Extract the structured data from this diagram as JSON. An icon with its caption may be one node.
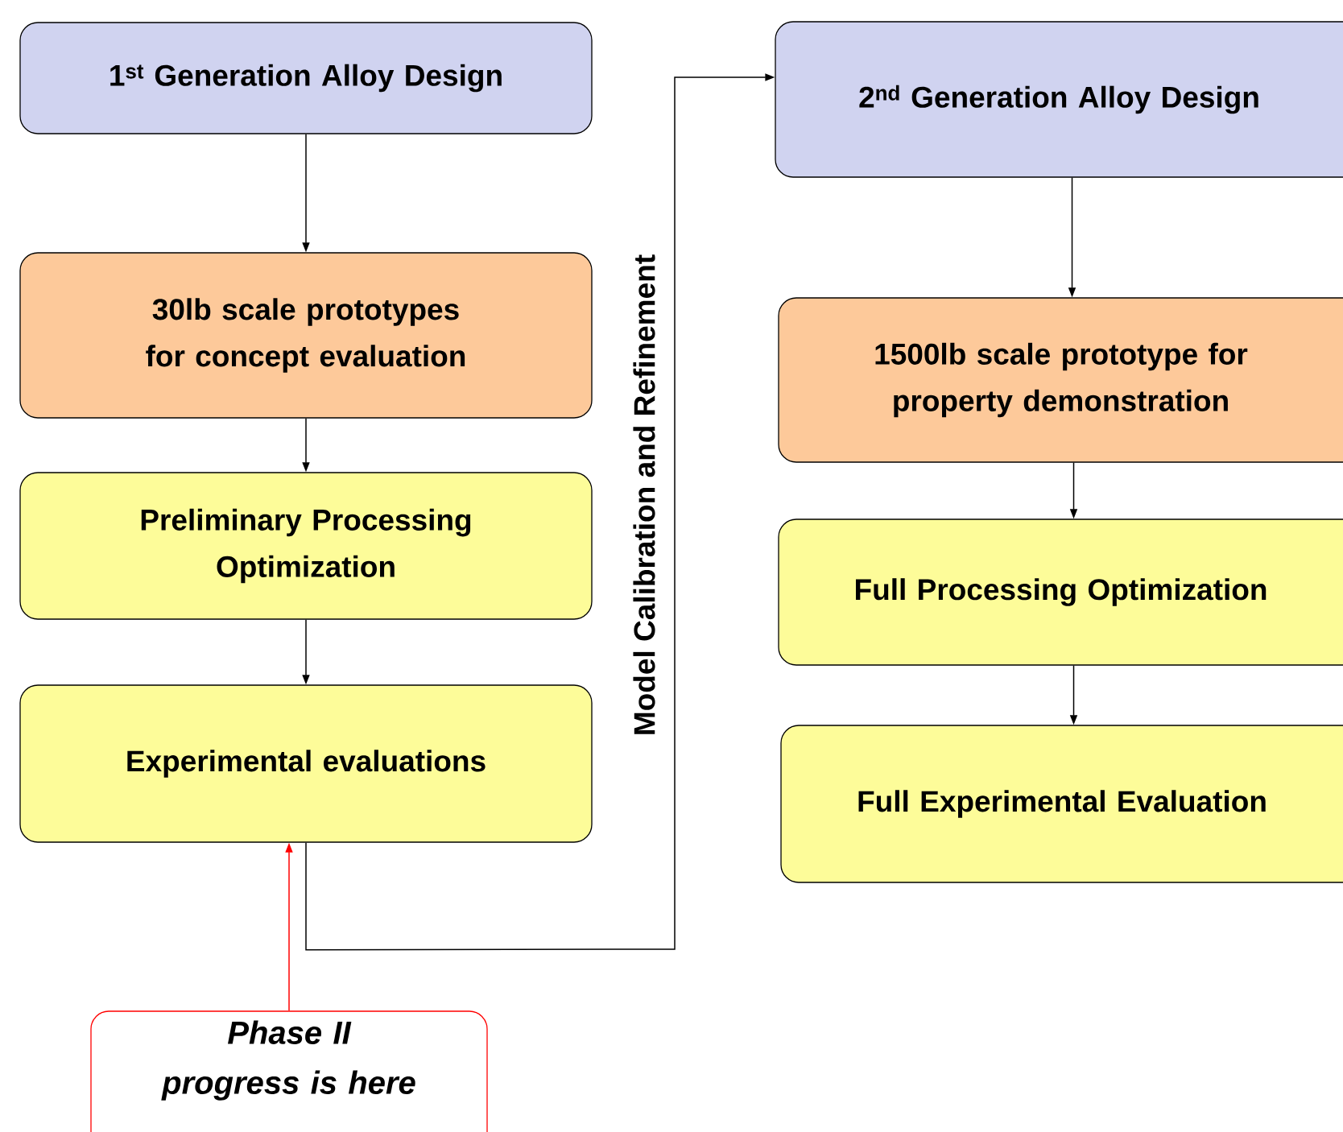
{
  "diagram": {
    "nodes": [
      {
        "text": [
          "1$^{st}$ Generation Alloy Design"
        ]
      },
      {
        "text": [
          "30lb scale prototypes for concept evaluation"
        ]
      },
      {
        "text": [
          "Preliminary Processing Optimization"
        ]
      },
      {
        "text": [
          "Experimental evaluations"
        ]
      },
      {
        "text": [
          "2$^{nd}$ Generation Alloy Design"
        ]
      },
      {
        "text": [
          "1500lb scale prototype for property demonstration"
        ]
      },
      {
        "text": [
          "Full Processing Optimization"
        ]
      },
      {
        "text": [
          "Full Experimental Evaluation"
        ]
      },
      {
        "text": [
          "Phase II progress is here"
        ]
      }
    ],
    "edges": [
      {
        "from": 0,
        "to": 1,
        "arrow": "to"
      },
      {
        "from": 1,
        "to": 2,
        "arrow": "to"
      },
      {
        "from": 2,
        "to": 3,
        "arrow": "to"
      },
      {
        "from": 3,
        "to": 4,
        "arrow": "to",
        "label": "Model Calibration and Refinement"
      },
      {
        "from": 4,
        "to": 5,
        "arrow": "to"
      },
      {
        "from": 5,
        "to": 6,
        "arrow": "to"
      },
      {
        "from": 6,
        "to": 7,
        "arrow": "to"
      },
      {
        "from": 8,
        "to": 3,
        "arrow": "to",
        "color": "#ff0000"
      }
    ]
  }
}
